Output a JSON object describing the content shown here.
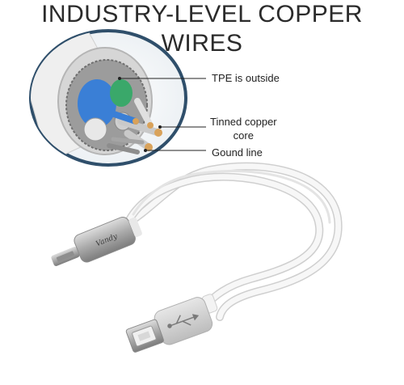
{
  "title": "INDUSTRY-LEVEL COPPER WIRES",
  "callouts": {
    "tpe": "TPE is outside",
    "tinned_line1": "Tinned copper",
    "tinned_line2": "core",
    "ground": "Gound line"
  },
  "connector_logo_text": "Vandy",
  "colors": {
    "text": "#222222",
    "cable": "#f2f2f2",
    "copper": "#d9a25a",
    "sheath_blue": "#3a7fd6",
    "sheath_green": "#3aa86a",
    "zoom_ring": "#2f4f6b"
  }
}
